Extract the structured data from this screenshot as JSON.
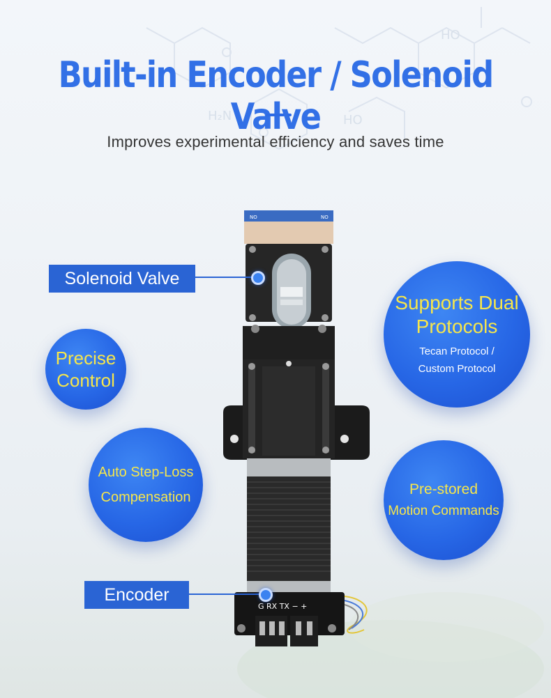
{
  "header": {
    "title": "Built-in Encoder / Solenoid Valve",
    "subtitle": "Improves experimental efficiency and saves time"
  },
  "labels": {
    "solenoid_valve": "Solenoid Valve",
    "encoder": "Encoder"
  },
  "features": {
    "precise_control": [
      "Precise",
      "Control"
    ],
    "auto_step_loss": [
      "Auto Step-Loss",
      "Compensation"
    ],
    "dual_protocols": {
      "title": [
        "Supports Dual",
        "Protocols"
      ],
      "details": [
        "Tecan Protocol /",
        "Custom Protocol"
      ]
    },
    "pre_stored": [
      "Pre-stored",
      "Motion Commands"
    ]
  },
  "product": {
    "valve_plate_text": "NO",
    "terminal_labels": "G RX TX − +"
  },
  "colors": {
    "title": "#3270e6",
    "accent_blue": "#2a64d4",
    "feature_text_yellow": "#f6e64b"
  },
  "icons": [
    "chemical-structure-background",
    "connector-dot"
  ]
}
